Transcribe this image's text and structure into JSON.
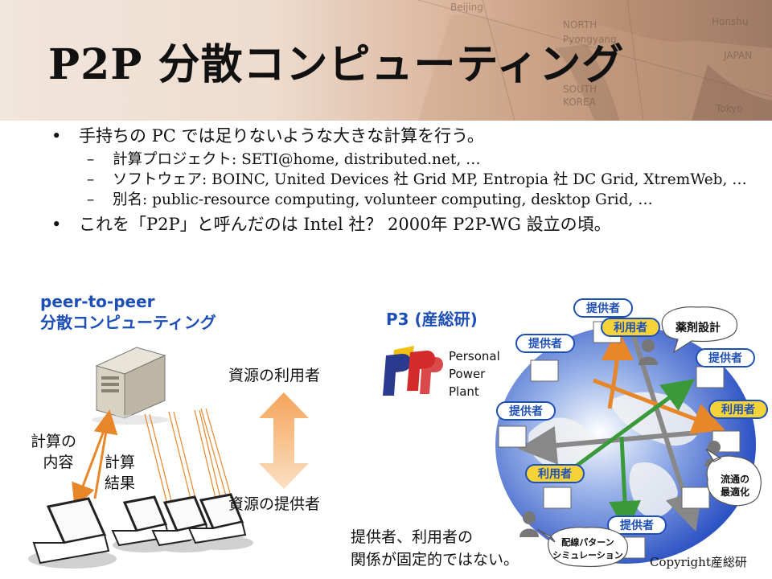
{
  "slide": {
    "title": "P2P 分散コンピューティング",
    "bullets": [
      {
        "text": "手持ちの PC では足りないような大きな計算を行う。",
        "subs": [
          "計算プロジェクト: SETI@home, distributed.net, …",
          "ソフトウェア: BOINC, United Devices 社 Grid MP, Entropia 社 DC Grid, XtremWeb, …",
          "別名: public-resource computing, volunteer computing, desktop Grid, …"
        ]
      },
      {
        "text": "これを「P2P」と呼んだのは Intel 社？ 2000年 P2P-WG 設立の頃。",
        "subs": []
      }
    ],
    "header_map_labels": [
      "Beijing",
      "NORTH",
      "Pyongyang",
      "SOUTH",
      "KOREA",
      "JAPAN",
      "Honshu",
      "Tokyo"
    ]
  },
  "left_diagram": {
    "heading_line1": "peer-to-peer",
    "heading_line2": "分散コンピューティング",
    "calc_content_line1": "計算の",
    "calc_content_line2": "内容",
    "calc_result_line1": "計算",
    "calc_result_line2": "結果"
  },
  "middle": {
    "resource_user": "資源の利用者",
    "resource_provider": "資源の提供者",
    "note_line1": "提供者、利用者の",
    "note_line2": "関係が固定的ではない。"
  },
  "p3": {
    "heading": "P3 (産総研)",
    "logo_line1": "Personal",
    "logo_line2": "Power",
    "logo_line3": "Plant"
  },
  "globe_diagram": {
    "provider_label": "提供者",
    "user_label": "利用者",
    "bubble_drug": "薬剤設計",
    "bubble_flow_line1": "流通の",
    "bubble_flow_line2": "最適化",
    "bubble_wiring_line1": "配線パターン",
    "bubble_wiring_line2": "シミュレーション"
  },
  "copyright": "Copyright産総研",
  "colors": {
    "accent_blue": "#1d4fb7",
    "orange": "#e8862a",
    "green": "#3a9a3a",
    "badge_provider_bg": "#ffffff",
    "badge_user_bg": "#f7d33a"
  }
}
